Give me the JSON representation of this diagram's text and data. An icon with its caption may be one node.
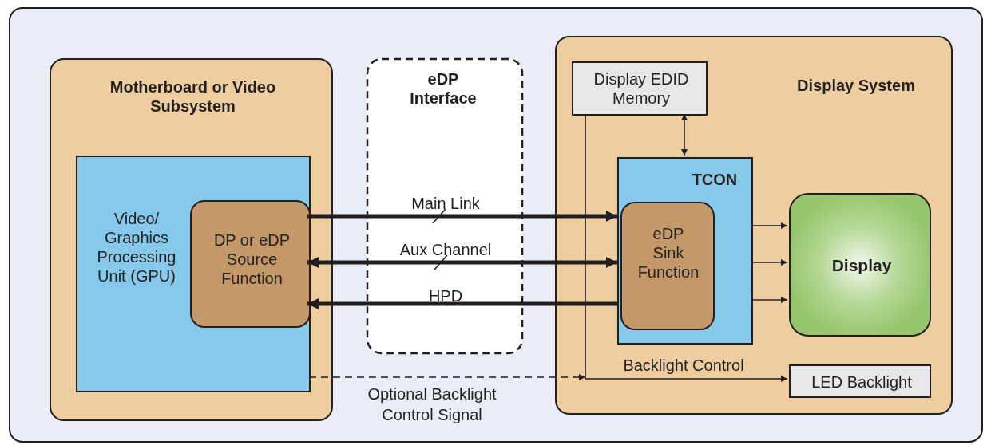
{
  "diagram": {
    "nodes": [
      {
        "text": [
          "Motherboard or Video Subsystem"
        ]
      },
      {
        "text": [
          "Video/ Graphics Processing Unit (GPU)"
        ],
        "in": 0
      },
      {
        "text": [
          "DP or eDP Source Function"
        ],
        "in": 1
      },
      {
        "text": [
          "Display System"
        ]
      },
      {
        "text": [
          "Display EDID Memory"
        ],
        "in": 3
      },
      {
        "text": [
          "TCON"
        ],
        "in": 3
      },
      {
        "text": [
          "eDP Sink Function"
        ],
        "in": 5
      },
      {
        "text": [
          "Display"
        ],
        "in": 3
      },
      {
        "text": [
          "LED Backlight"
        ],
        "in": 3
      }
    ],
    "edges": [
      {
        "from": 2,
        "to": 6,
        "arrow": "to",
        "label": "Main Link",
        "style": "thick"
      },
      {
        "from": 2,
        "to": 6,
        "arrow": "both",
        "label": "Aux Channel",
        "style": "thick"
      },
      {
        "from": 6,
        "to": 2,
        "arrow": "to",
        "label": "HPD",
        "style": "thick"
      },
      {
        "from": 4,
        "to": 5,
        "arrow": "both"
      },
      {
        "from": 5,
        "to": 7,
        "arrow": "to"
      },
      {
        "from": 5,
        "to": 7,
        "arrow": "to"
      },
      {
        "from": 5,
        "to": 7,
        "arrow": "to"
      },
      {
        "from": 4,
        "to": 8,
        "arrow": "to",
        "label": "Backlight Control"
      },
      {
        "from": 1,
        "to": null,
        "arrow": "to",
        "label": "Optional Backlight Control Signal",
        "style": "dashed"
      }
    ],
    "labels": [
      "eDP Interface"
    ]
  }
}
